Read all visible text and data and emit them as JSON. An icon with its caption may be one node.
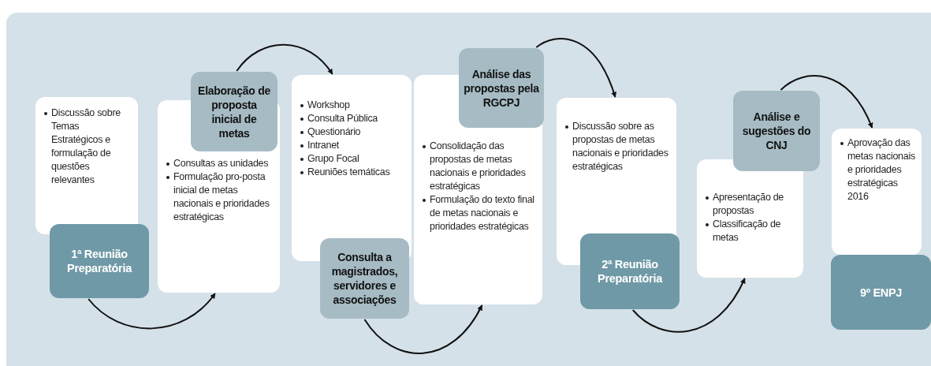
{
  "diagram": {
    "nodes": [
      {
        "text": [
          "Discussão sobre Temas Estratégicos e formulação de questões relevantes"
        ]
      },
      {
        "text": [
          "1ª Reunião Preparatória"
        ]
      },
      {
        "text": [
          "Consultas as unidades",
          "Formulação pro-posta inicial de metas nacionais e prioridades estratégicas"
        ]
      },
      {
        "text": [
          "Elaboração de proposta inicial de metas"
        ]
      },
      {
        "text": [
          "Workshop",
          "Consulta Pública",
          "Questionário",
          "Intranet",
          "Grupo Focal",
          "Reuniões temáticas"
        ]
      },
      {
        "text": [
          "Consulta a magistrados, servidores e associações"
        ]
      },
      {
        "text": [
          "Consolidação das propostas de metas nacionais e prioridades estratégicas",
          "Formulação do texto final de metas nacionais e prioridades estratégicas"
        ]
      },
      {
        "text": [
          "Análise das propostas pela RGCPJ"
        ]
      },
      {
        "text": [
          "Discussão sobre as propostas de metas nacionais e prioridades estratégicas"
        ]
      },
      {
        "text": [
          "2ª Reunião Preparatória"
        ]
      },
      {
        "text": [
          "Apresentação de propostas",
          "Classificação de metas"
        ]
      },
      {
        "text": [
          "Análise e sugestões do CNJ"
        ]
      },
      {
        "text": [
          "Aprovação das metas nacionais e prioridades estratégicas 2016"
        ]
      },
      {
        "text": [
          "9º ENPJ"
        ]
      }
    ],
    "edges": [
      {
        "from": 1,
        "to": 2,
        "arrow": "to"
      },
      {
        "from": 3,
        "to": 4,
        "arrow": "to"
      },
      {
        "from": 5,
        "to": 6,
        "arrow": "to"
      },
      {
        "from": 7,
        "to": 8,
        "arrow": "to"
      },
      {
        "from": 9,
        "to": 10,
        "arrow": "to"
      },
      {
        "from": 11,
        "to": 12,
        "arrow": "to"
      }
    ]
  }
}
